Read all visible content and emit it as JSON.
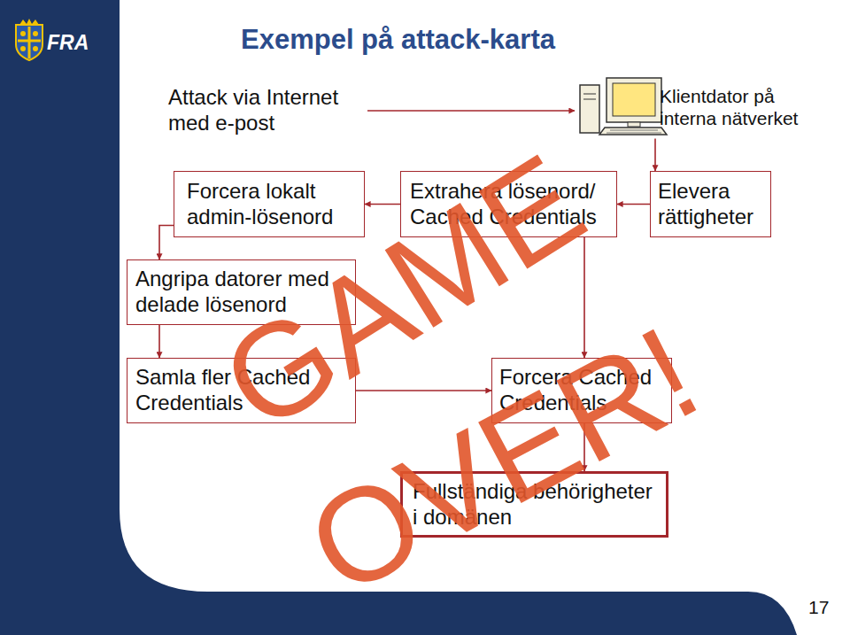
{
  "diagram": {
    "title": "Exempel på attack-karta",
    "nodes": [
      {
        "text": [
          "Attack via Internet med e-post"
        ]
      },
      {
        "text": [
          "Klientdator på interna nätverket"
        ]
      },
      {
        "text": [
          "Forcera lokalt admin-lösenord"
        ]
      },
      {
        "text": [
          "Extrahera lösenord/ Cached Credentials"
        ]
      },
      {
        "text": [
          "Elevera rättigheter"
        ]
      },
      {
        "text": [
          "Angripa datorer med delade lösenord"
        ]
      },
      {
        "text": [
          "Samla fler Cached Credentials"
        ]
      },
      {
        "text": [
          "Forcera Cached Credentials"
        ]
      },
      {
        "text": [
          "Fullständiga behörigheter i domänen"
        ]
      }
    ],
    "edges": [
      {
        "from": 0,
        "to": 1,
        "arrow": "to"
      },
      {
        "from": 1,
        "to": 4,
        "arrow": "to"
      },
      {
        "from": 4,
        "to": 3,
        "arrow": "to"
      },
      {
        "from": 3,
        "to": 2,
        "arrow": "to"
      },
      {
        "from": 2,
        "to": 5,
        "arrow": "to"
      },
      {
        "from": 5,
        "to": 6,
        "arrow": "to"
      },
      {
        "from": 3,
        "to": 7,
        "arrow": "to"
      },
      {
        "from": 6,
        "to": 7,
        "arrow": "to"
      },
      {
        "from": 7,
        "to": 8,
        "arrow": "to"
      }
    ],
    "labels": [
      "FRA",
      "GAME",
      "OVER!",
      "17"
    ]
  }
}
